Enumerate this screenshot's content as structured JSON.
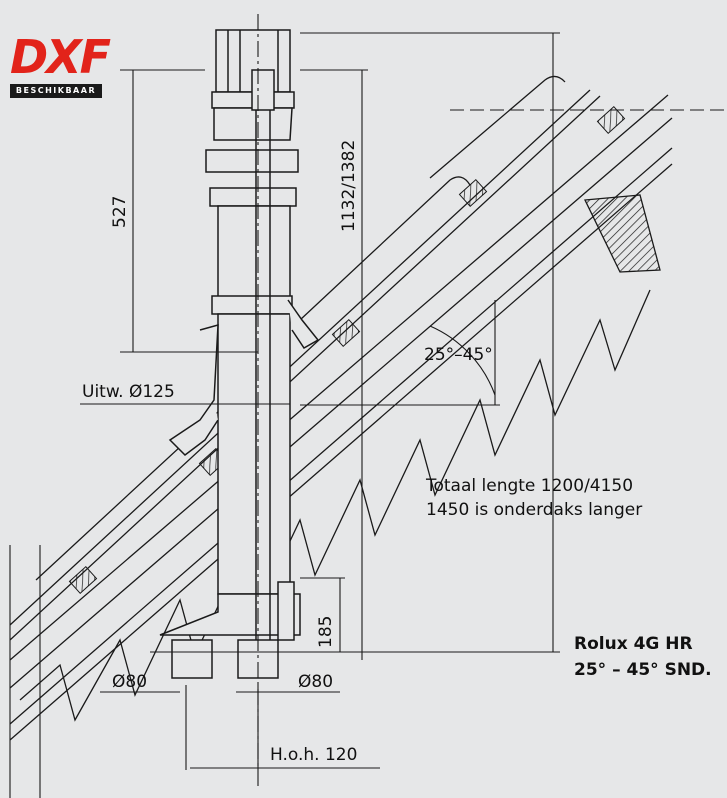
{
  "logo": {
    "brand": "DXF",
    "tagline": "BESCHIKBAAR"
  },
  "dimensions": {
    "height_upper": "527",
    "height_total": "1132/1382",
    "height_lower": "185",
    "outlet_diameter": "Uitw. Ø125",
    "roof_angle": "25°–45°",
    "total_length_line1": "Totaal lengte 1200/4150",
    "total_length_line2": "1450 is onderdaks langer",
    "pipe_left": "Ø80",
    "pipe_right": "Ø80",
    "center_distance": "H.o.h. 120"
  },
  "product": {
    "name": "Rolux 4G HR",
    "spec": "25° – 45° SND."
  },
  "colors": {
    "background": "#e6e7e8",
    "line": "#1a1a1a",
    "brand_red": "#e2231a"
  }
}
